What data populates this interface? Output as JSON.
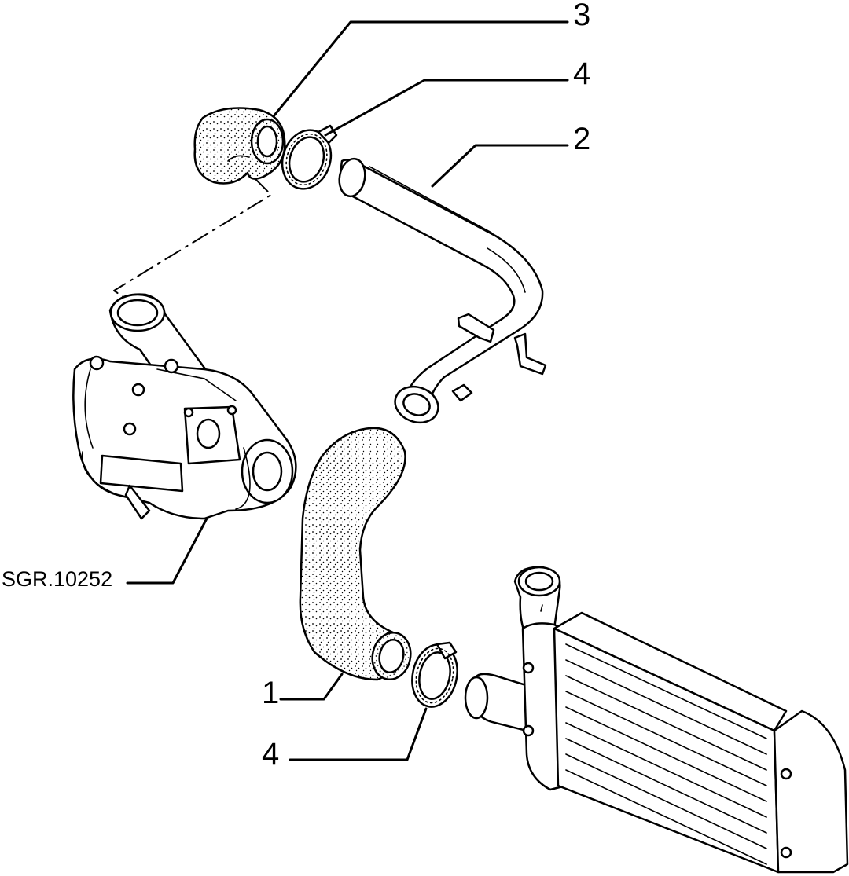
{
  "diagram": {
    "reference_code": "SGR.10252",
    "callouts": [
      {
        "id": "c1",
        "text": "1"
      },
      {
        "id": "c2",
        "text": "2"
      },
      {
        "id": "c3",
        "text": "3"
      },
      {
        "id": "c4a",
        "text": "4"
      },
      {
        "id": "c4b",
        "text": "4"
      }
    ]
  }
}
